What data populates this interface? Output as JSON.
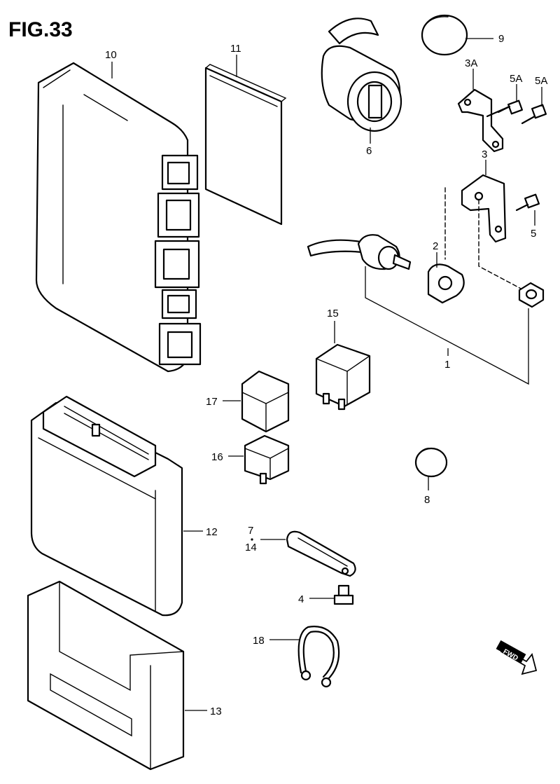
{
  "figure": {
    "title": "FIG.33"
  },
  "parts": {
    "p1": "1",
    "p2": "2",
    "p3": "3",
    "p3a": "3A",
    "p4": "4",
    "p5": "5",
    "p5a_1": "5A",
    "p5a_2": "5A",
    "p6": "6",
    "p7": "7",
    "p8": "8",
    "p9": "9",
    "p10": "10",
    "p11": "11",
    "p12": "12",
    "p13": "13",
    "p14": "14",
    "p15": "15",
    "p16": "16",
    "p17": "17",
    "p18": "18"
  },
  "fwd_badge": "FWD"
}
